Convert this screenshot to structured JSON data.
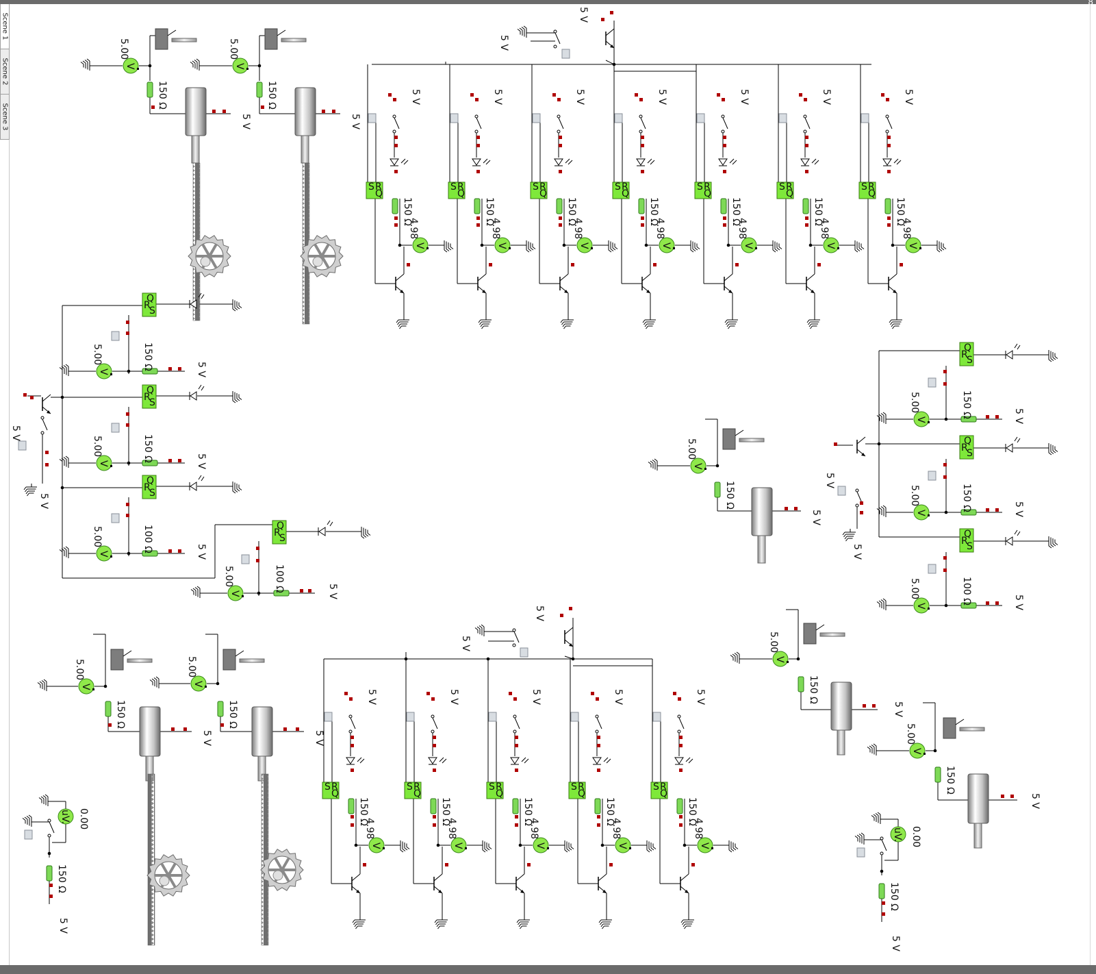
{
  "window": {
    "tabs": [
      {
        "label": "Scene 1",
        "active": true
      },
      {
        "label": "Scene 2",
        "active": false
      },
      {
        "label": "Scene 3",
        "active": false
      }
    ],
    "corner_glyph": "+",
    "right_glyph": "8"
  },
  "colors": {
    "wire": "#000000",
    "logic_gate": "#7ee83a",
    "voltmeter": "#8fe84a",
    "resistor": "#7ed957",
    "pin_marker": "#b00000",
    "frame": "#6b6b6b"
  },
  "icons": [
    "rs-flipflop-icon",
    "voltmeter-icon",
    "resistor-icon",
    "led-icon",
    "npn-transistor-icon",
    "ground-icon",
    "switch-icon",
    "solenoid-icon",
    "gear-icon",
    "rack-icon",
    "microswitch-icon"
  ],
  "labels": {
    "v5": "5 V",
    "r150": "150 Ω",
    "r100": "100 Ω",
    "vm500": "5.00",
    "vm498": "4.98",
    "vm000": "0.00",
    "vm_u": "uV."
  }
}
